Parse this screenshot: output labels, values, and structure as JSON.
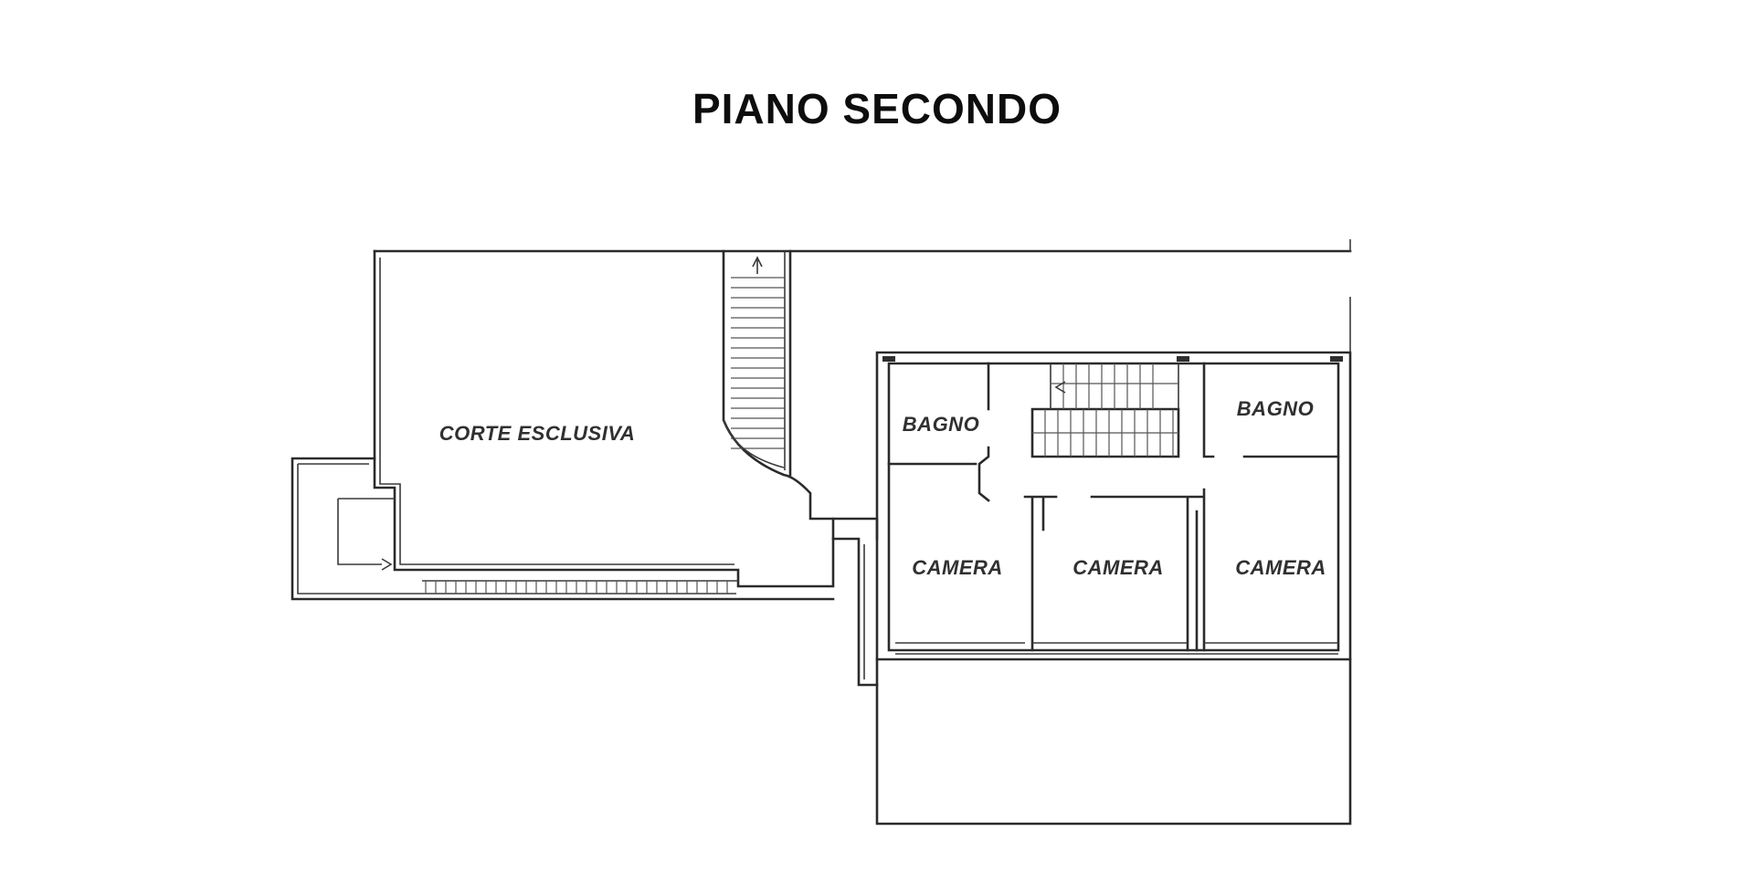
{
  "title": "PIANO SECONDO",
  "rooms": {
    "corte": "CORTE ESCLUSIVA",
    "bagno_left": "BAGNO",
    "bagno_right": "BAGNO",
    "camera_left": "CAMERA",
    "camera_center": "CAMERA",
    "camera_right": "CAMERA"
  }
}
